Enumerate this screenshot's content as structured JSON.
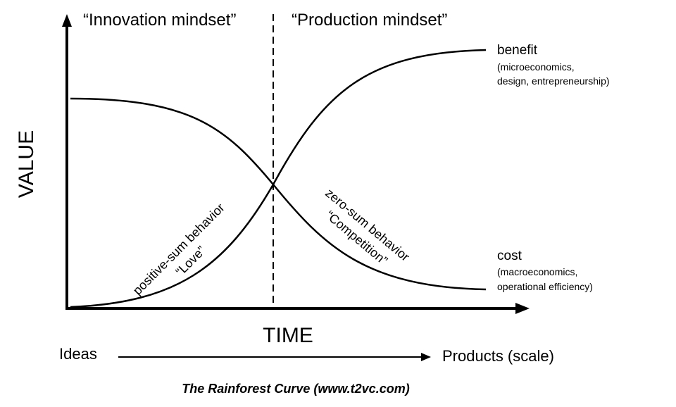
{
  "diagram": {
    "headings": {
      "left": "“Innovation mindset”",
      "right": "“Production mindset”"
    },
    "axes": {
      "y_label": "VALUE",
      "x_label": "TIME"
    },
    "curves": {
      "benefit": {
        "label": "benefit",
        "note_line1": "(microeconomics,",
        "note_line2": "design, entrepreneurship)"
      },
      "cost": {
        "label": "cost",
        "note_line1": "(macroeconomics,",
        "note_line2": "operational efficiency)"
      }
    },
    "annotations": {
      "positive_line1": "positive-sum behavior",
      "positive_line2": "“Love”",
      "zero_line1": "zero-sum behavior",
      "zero_line2": "“Competition”"
    },
    "timeline": {
      "start": "Ideas",
      "end": "Products (scale)"
    },
    "caption": "The Rainforest Curve (www.t2vc.com)"
  }
}
